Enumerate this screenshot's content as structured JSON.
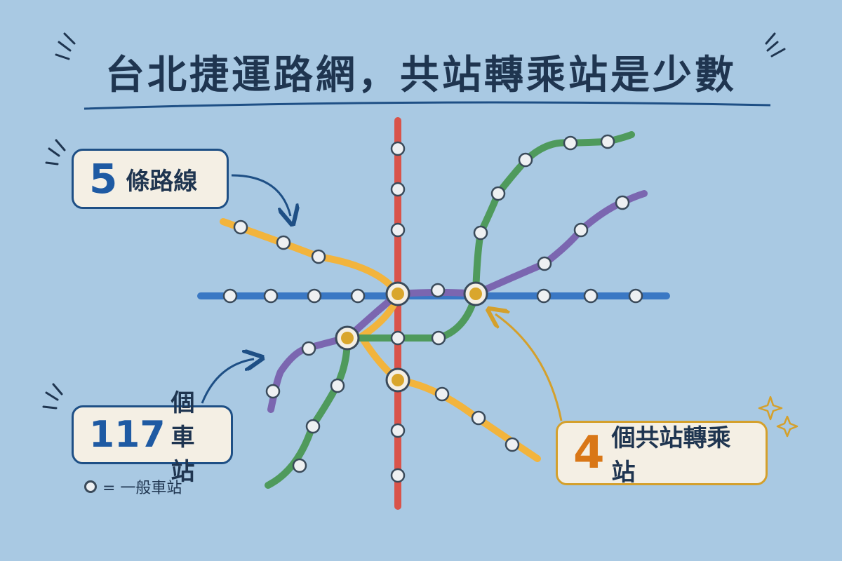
{
  "title": "台北捷運路網，共站轉乘站是少數",
  "callouts": {
    "lines": {
      "number": "5",
      "text": "條路線"
    },
    "stations": {
      "number": "117",
      "text": "個車站"
    },
    "transfers": {
      "number": "4",
      "text": "個共站轉乘站"
    }
  },
  "legend": {
    "text": "= 一般車站"
  },
  "colors": {
    "red_line": "#d9534a",
    "blue_line": "#3a78c4",
    "green_line": "#4f9a5c",
    "purple_line": "#7b66b0",
    "orange_line": "#f2b43d",
    "transfer_station": "#d9a62c",
    "background": "#a9c9e3"
  }
}
